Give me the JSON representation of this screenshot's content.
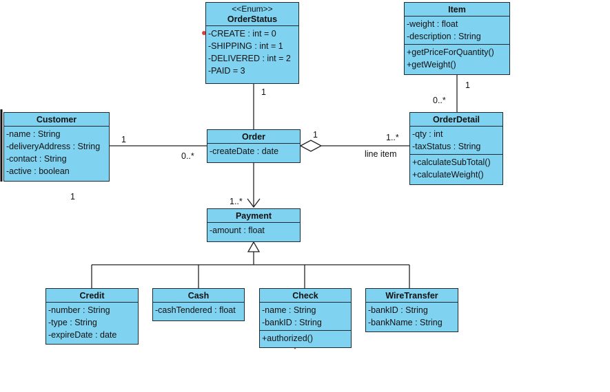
{
  "classes": {
    "order_status": {
      "stereotype": "<<Enum>>",
      "name": "OrderStatus",
      "attributes": [
        "-CREATE : int = 0",
        "-SHIPPING : int = 1",
        "-DELIVERED : int = 2",
        "-PAID = 3"
      ]
    },
    "item": {
      "name": "Item",
      "attributes": [
        "-weight : float",
        "-description : String"
      ],
      "operations": [
        "+getPriceForQuantity()",
        "+getWeight()"
      ]
    },
    "customer": {
      "name": "Customer",
      "attributes": [
        "-name : String",
        "-deliveryAddress : String",
        "-contact : String",
        "-active : boolean"
      ]
    },
    "order": {
      "name": "Order",
      "attributes": [
        "-createDate : date"
      ]
    },
    "order_detail": {
      "name": "OrderDetail",
      "attributes": [
        "-qty : int",
        "-taxStatus : String"
      ],
      "operations": [
        "+calculateSubTotal()",
        "+calculateWeight()"
      ]
    },
    "payment": {
      "name": "Payment",
      "attributes": [
        "-amount : float"
      ]
    },
    "credit": {
      "name": "Credit",
      "attributes": [
        "-number : String",
        "-type : String",
        "-expireDate : date"
      ]
    },
    "cash": {
      "name": "Cash",
      "attributes": [
        "-cashTendered : float"
      ]
    },
    "check": {
      "name": "Check",
      "attributes": [
        "-name : String",
        "-bankID : String"
      ],
      "operations": [
        "+authorized()"
      ]
    },
    "wire_transfer": {
      "name": "WireTransfer",
      "attributes": [
        "-bankID : String",
        "-bankName : String"
      ]
    }
  },
  "multiplicities": {
    "status_order": "1",
    "item_detail_top": "1",
    "item_detail_bottom": "0..*",
    "customer_order_left": "1",
    "customer_order_right": "0..*",
    "order_detail_left": "1",
    "order_detail_right": "1..*",
    "order_payment": "1..*",
    "customer_below": "1"
  },
  "role_labels": {
    "line_item": "line item"
  },
  "colors": {
    "class_fill": "#7fd2f0",
    "class_border": "#1c2a33",
    "marker_red": "#e0403a"
  }
}
